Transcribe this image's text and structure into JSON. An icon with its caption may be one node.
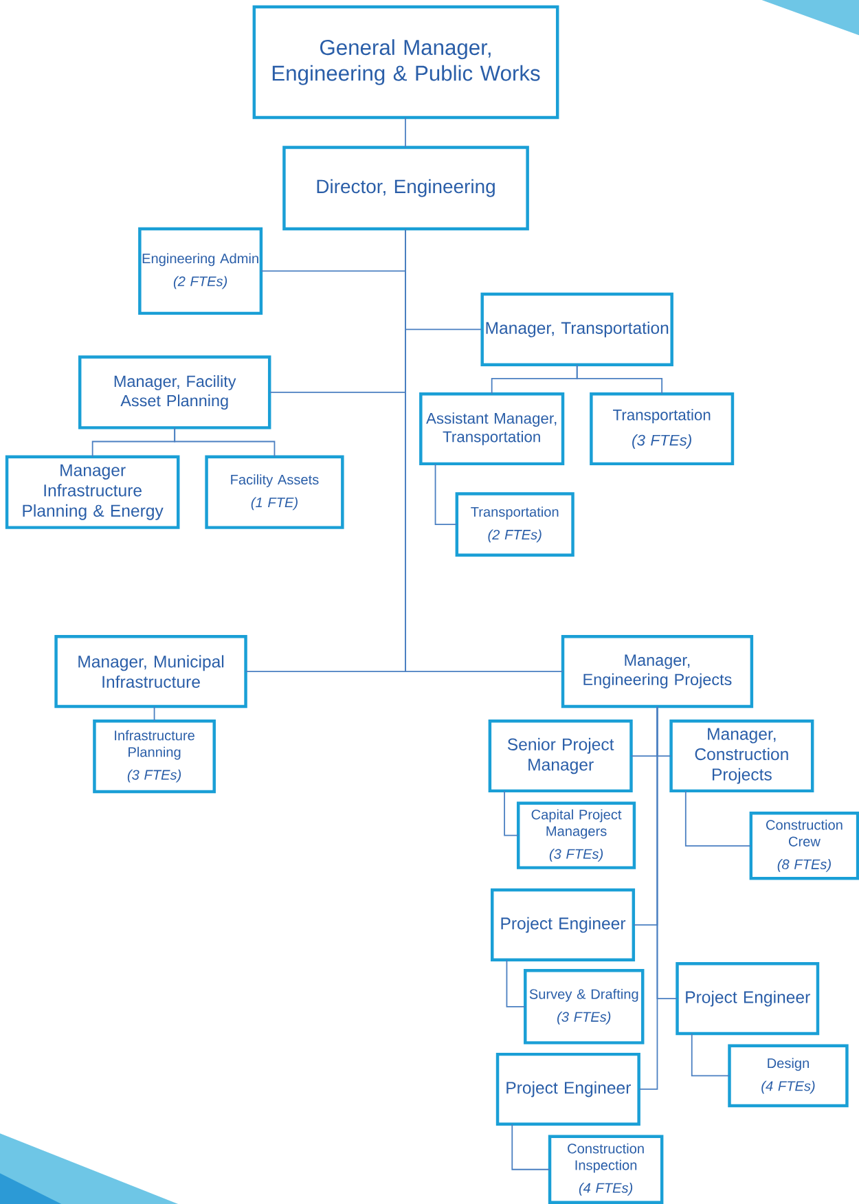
{
  "diagram": {
    "nodes": [
      {
        "text": [
          "General Manager, Engineering & Public Works"
        ]
      },
      {
        "text": [
          "Director, Engineering"
        ]
      },
      {
        "text": [
          "Engineering Admin",
          "(2 FTEs)"
        ]
      },
      {
        "text": [
          "Manager, Transportation"
        ]
      },
      {
        "text": [
          "Manager, Facility Asset Planning"
        ]
      },
      {
        "text": [
          "Assistant Manager, Transportation"
        ]
      },
      {
        "text": [
          "Transportation",
          "(3 FTEs)"
        ]
      },
      {
        "text": [
          "Manager Infrastructure Planning & Energy"
        ]
      },
      {
        "text": [
          "Facility Assets",
          "(1 FTE)"
        ]
      },
      {
        "text": [
          "Transportation",
          "(2 FTEs)"
        ]
      },
      {
        "text": [
          "Manager, Municipal Infrastructure"
        ]
      },
      {
        "text": [
          "Manager, Engineering Projects"
        ]
      },
      {
        "text": [
          "Infrastructure Planning",
          "(3 FTEs)"
        ]
      },
      {
        "text": [
          "Senior Project Manager"
        ]
      },
      {
        "text": [
          "Manager, Construction Projects"
        ]
      },
      {
        "text": [
          "Capital Project Managers",
          "(3 FTEs)"
        ]
      },
      {
        "text": [
          "Construction Crew",
          "(8 FTEs)"
        ]
      },
      {
        "text": [
          "Project Engineer"
        ]
      },
      {
        "text": [
          "Survey & Drafting",
          "(3 FTEs)"
        ]
      },
      {
        "text": [
          "Project Engineer"
        ]
      },
      {
        "text": [
          "Design",
          "(4 FTEs)"
        ]
      },
      {
        "text": [
          "Project Engineer"
        ]
      },
      {
        "text": [
          "Construction Inspection",
          "(4 FTEs)"
        ]
      }
    ],
    "edges": [
      {
        "from": 0,
        "to": 1,
        "arrow": "none"
      },
      {
        "from": 1,
        "to": 2,
        "arrow": "none"
      },
      {
        "from": 1,
        "to": 3,
        "arrow": "none"
      },
      {
        "from": 1,
        "to": 4,
        "arrow": "none"
      },
      {
        "from": 1,
        "to": 10,
        "arrow": "none"
      },
      {
        "from": 1,
        "to": 11,
        "arrow": "none"
      },
      {
        "from": 3,
        "to": 5,
        "arrow": "none"
      },
      {
        "from": 3,
        "to": 6,
        "arrow": "none"
      },
      {
        "from": 4,
        "to": 7,
        "arrow": "none"
      },
      {
        "from": 4,
        "to": 8,
        "arrow": "none"
      },
      {
        "from": 5,
        "to": 9,
        "arrow": "none"
      },
      {
        "from": 10,
        "to": 12,
        "arrow": "none"
      },
      {
        "from": 11,
        "to": 13,
        "arrow": "none"
      },
      {
        "from": 11,
        "to": 14,
        "arrow": "none"
      },
      {
        "from": 11,
        "to": 17,
        "arrow": "none"
      },
      {
        "from": 11,
        "to": 19,
        "arrow": "none"
      },
      {
        "from": 11,
        "to": 21,
        "arrow": "none"
      },
      {
        "from": 13,
        "to": 15,
        "arrow": "none"
      },
      {
        "from": 14,
        "to": 16,
        "arrow": "none"
      },
      {
        "from": 17,
        "to": 18,
        "arrow": "none"
      },
      {
        "from": 19,
        "to": 20,
        "arrow": "none"
      },
      {
        "from": 21,
        "to": 22,
        "arrow": "none"
      }
    ]
  }
}
